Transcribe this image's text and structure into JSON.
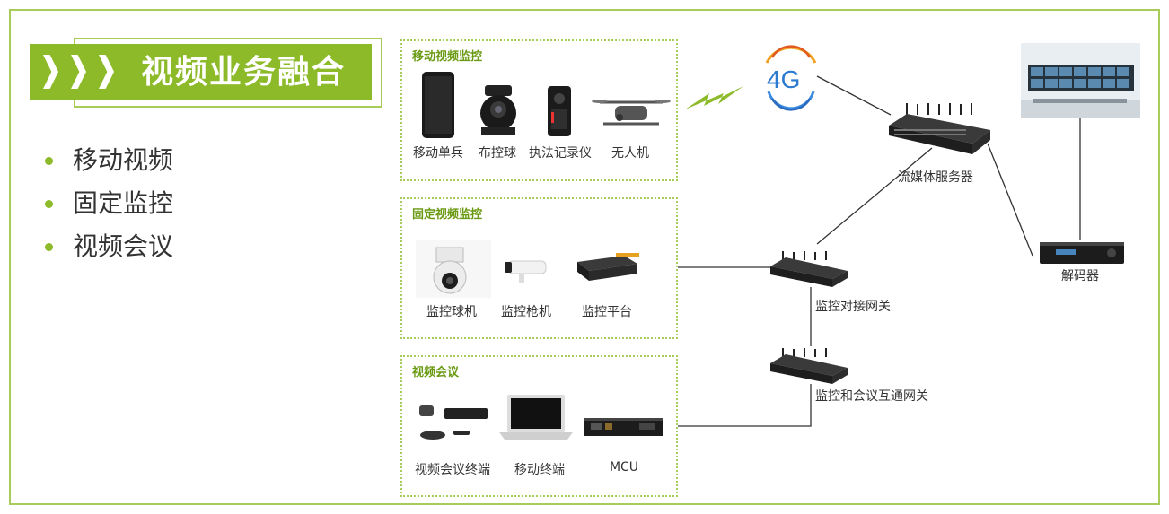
{
  "title": "视频业务融合",
  "bullets": [
    "移动视频",
    "固定监控",
    "视频会议"
  ],
  "groups": [
    {
      "title": "移动视频监控",
      "devices": [
        "移动单兵",
        "布控球",
        "执法记录仪",
        "无人机"
      ]
    },
    {
      "title": "固定视频监控",
      "devices": [
        "监控球机",
        "监控枪机",
        "监控平台"
      ]
    },
    {
      "title": "视频会议",
      "devices": [
        "视频会议终端",
        "移动终端",
        "MCU"
      ]
    }
  ],
  "network": {
    "wireless": "4G",
    "media_server": "流媒体服务器",
    "monitor_gateway": "监控对接网关",
    "meeting_gateway": "监控和会议互通网关",
    "decoder": "解码器"
  },
  "colors": {
    "accent": "#8cba28",
    "border": "#a8cc5a",
    "group_title": "#6a9a12"
  },
  "icons": [
    "lightning-icon",
    "4g-signal-icon"
  ]
}
